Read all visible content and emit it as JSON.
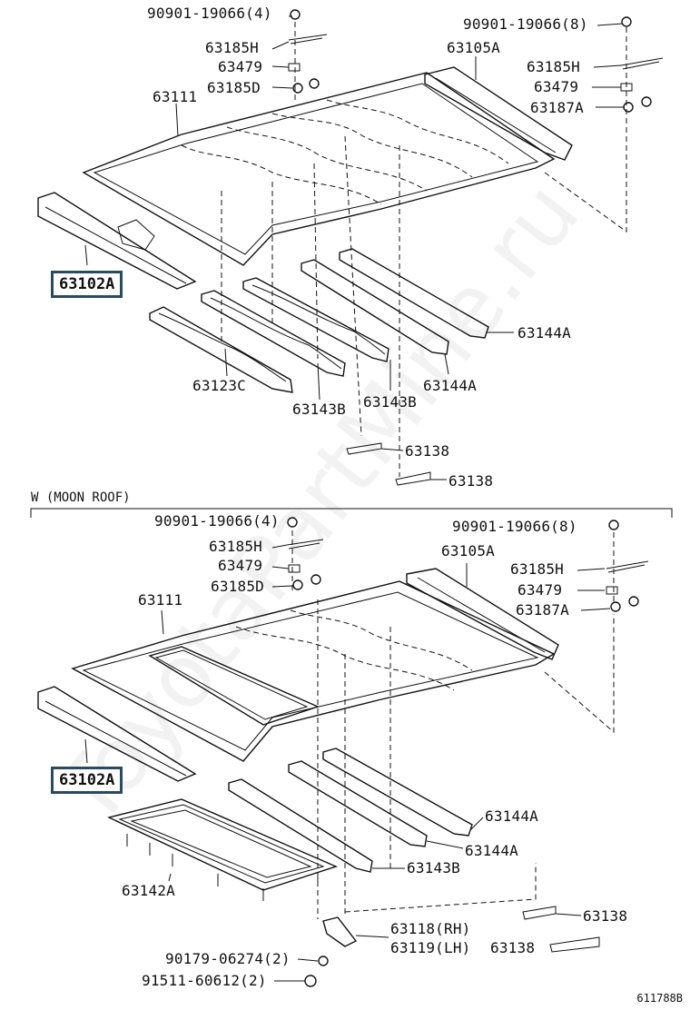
{
  "watermark": "ToyotaPartMine.ru",
  "section_title": "W (MOON ROOF)",
  "drawing_code": "611788B",
  "top_labels": {
    "bolt_left": "90901-19066(4)",
    "bolt_right": "90901-19066(8)",
    "clip_h_left": "63185H",
    "nut_left": "63479",
    "clip_d": "63185D",
    "roof_panel": "63111",
    "rail_rear": "63105A",
    "clip_h_right": "63185H",
    "nut_right": "63479",
    "clip_a": "63187A",
    "rail_front": "63102A",
    "bow_c": "63123C",
    "bow_b1": "63143B",
    "bow_b2": "63143B",
    "bow_a1": "63144A",
    "bow_a2": "63144A",
    "bracket1": "63138",
    "bracket2": "63138"
  },
  "bottom_labels": {
    "bolt_left": "90901-19066(4)",
    "bolt_right": "90901-19066(8)",
    "clip_h_left": "63185H",
    "nut_left": "63479",
    "clip_d": "63185D",
    "roof_panel": "63111",
    "rail_rear": "63105A",
    "clip_h_right": "63185H",
    "nut_right": "63479",
    "clip_a": "63187A",
    "rail_front": "63102A",
    "bow_a1": "63144A",
    "bow_a2": "63144A",
    "housing": "63142A",
    "bow_b": "63143B",
    "bracket1": "63138",
    "bracket2": "63138",
    "bracket_rh": "63118(RH)",
    "bracket_lh": "63119(LH)",
    "screw1": "90179-06274(2)",
    "screw2": "91511-60612(2)"
  }
}
